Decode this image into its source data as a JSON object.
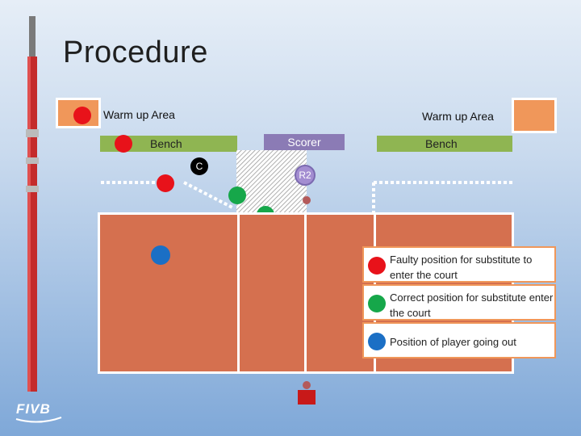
{
  "title": "Procedure",
  "warmup_left": "Warm up Area",
  "warmup_right": "Warm up Area",
  "bench_left": "Bench",
  "bench_right": "Bench",
  "scorer": "Scorer",
  "coach_label": "C",
  "referee_label": "R2",
  "legend": [
    {
      "text": "Faulty position for substitute to enter the court",
      "color": "red"
    },
    {
      "text": "Correct position for substitute enter the court",
      "color": "green"
    },
    {
      "text": "Position of player going out",
      "color": "blue"
    }
  ],
  "logo": "FIVB",
  "colors": {
    "court": "#d5704f",
    "warmup": "#f0975a",
    "bench": "#8fb552",
    "scorer": "#8b7bb5",
    "faulty": "#e8121a",
    "correct": "#16a74a",
    "out": "#1b6fc5"
  }
}
